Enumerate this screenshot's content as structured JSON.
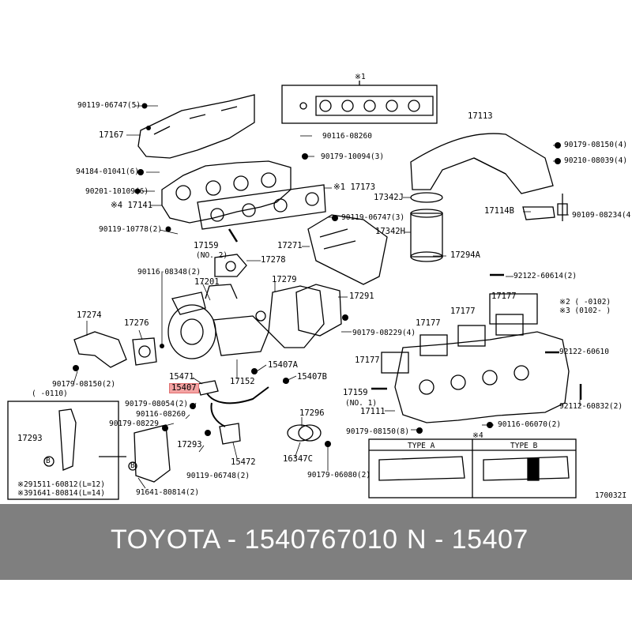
{
  "diagram": {
    "labels": [
      "※1",
      "90119-06747(5)",
      "17167",
      "90116-08260",
      "90179-10094(3)",
      "94184-01041(6)",
      "90201-10109(6)",
      "※4 17141",
      "※1 17173",
      "90119-10778(2)",
      "17159",
      "(NO. 2)",
      "17278",
      "90119-06747(3)",
      "17342J",
      "17342H",
      "17271",
      "17294A",
      "17113",
      "90179-08150(4)",
      "90210-08039(4)",
      "17114B",
      "90109-08234(4)",
      "90116-08348(2)",
      "17201",
      "17279",
      "17291",
      "92122-60614(2)",
      "17274",
      "17276",
      "17177",
      "17177",
      "17177",
      "※2 (     -0102)",
      "※3 (0102-     )",
      "90179-08229(4)",
      "92122-60610",
      "17177",
      "15471",
      "15407",
      "17152",
      "15407A",
      "15407B",
      "90179-08150(2)",
      "( -0110)",
      "90179-08054(2)",
      "90116-08260",
      "90179-08229",
      "17293",
      "17293",
      "17296",
      "15472",
      "16347C",
      "90119-06748(2)",
      "90179-06080(2)",
      "17159",
      "(NO. 1)",
      "17111",
      "92112-60832(2)",
      "90116-06070(2)",
      "90179-08150(8)",
      "※4",
      "TYPE A",
      "TYPE B",
      "※291511-60812(L=12)",
      "※391641-80814(L=14)",
      "91641-80814(2)",
      "B",
      "B",
      "170032I"
    ]
  },
  "footer": {
    "brand_part": "TOYOTA - 1540767010",
    "ref": "N - 15407"
  },
  "colors": {
    "highlight": "#f4a3a3",
    "band": "#7f7f7f",
    "text_light": "#ffffff"
  }
}
